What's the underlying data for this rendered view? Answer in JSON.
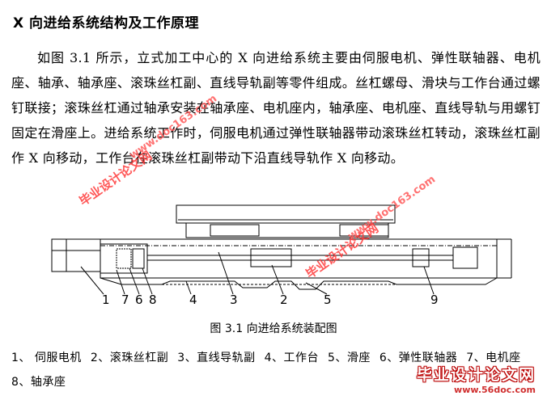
{
  "heading": "X 向进给系统结构及工作原理",
  "paragraph": "如图 3.1 所示，立式加工中心的 X 向进给系统主要由伺服电机、弹性联轴器、电机座、轴承、轴承座、滚珠丝杠副、直线导轨副等零件组成。丝杠螺母、滑块与工作台通过螺钉联接；滚珠丝杠通过轴承安装在轴承座、电机座内，轴承座、电机座、直线导轨与用螺钉固定在滑座上。进给系统工作时，伺服电机通过弹性联轴器带动滚珠丝杠转动，滚珠丝杠副作 X 向移动，工作台在滚珠丝杠副带动下沿直线导轨作 X 向移动。",
  "figure": {
    "callouts": [
      "1",
      "7",
      "6",
      "8",
      "4",
      "3",
      "2",
      "5",
      "9"
    ]
  },
  "caption": "图 3.1 向进给系统装配图",
  "legend": [
    "1、 伺服电机",
    "2、滚珠丝杠副",
    "3、直线导轨副",
    "4、工作台",
    "5、滑座",
    "6、弹性联轴器",
    "7、电机座",
    "8、轴承座"
  ],
  "watermarks": {
    "cn": "毕业设计论文网",
    "url": "www.doc163.com",
    "logo_text": "毕业设计论文网",
    "logo_url": "www.56doc.com"
  }
}
